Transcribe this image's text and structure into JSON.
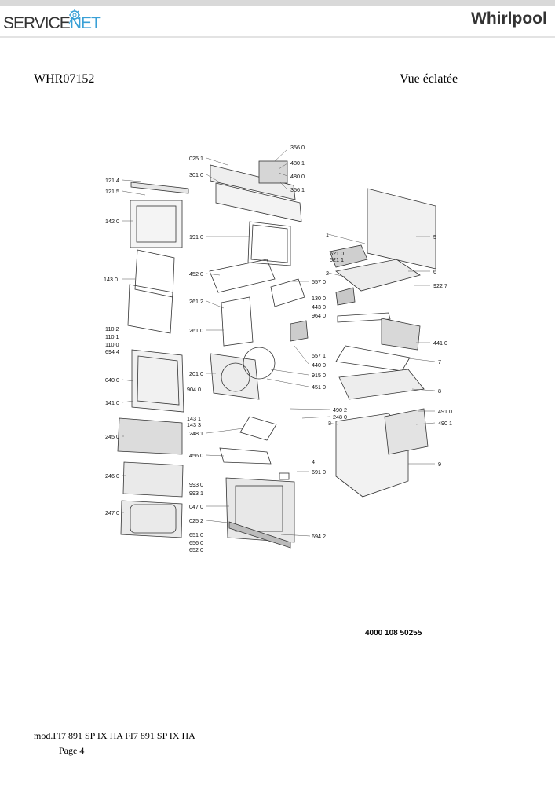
{
  "header": {
    "service_a": "SERVICE",
    "service_b": "NET",
    "brand": "Whirlpool"
  },
  "document": {
    "id": "WHR07152",
    "view_title": "Vue éclatée",
    "part_number": "4000 108 50255",
    "model": "mod.FI7 891 SP IX HA FI7 891 SP IX HA",
    "page": "Page 4"
  },
  "diagram": {
    "labels": [
      "025 1",
      "301 0",
      "356 0",
      "480 1",
      "480 0",
      "356 1",
      "121 4",
      "121 5",
      "142 0",
      "191 0",
      "143 0",
      "452 0",
      "557 0",
      "261 2",
      "261 0",
      "110 2",
      "110 1",
      "110 0",
      "694 4",
      "201 0",
      "040 0",
      "904 0",
      "141 0",
      "143 1",
      "143 3",
      "248 1",
      "245 0",
      "456 0",
      "246 0",
      "993 0",
      "993 1",
      "047 0",
      "247 0",
      "025 2",
      "651 0",
      "656 0",
      "652 0",
      "694 2",
      "1",
      "521 0",
      "521 1",
      "2",
      "5",
      "6",
      "922 7",
      "130 0",
      "443 0",
      "964 0",
      "441 0",
      "557 1",
      "440 0",
      "915 0",
      "451 0",
      "7",
      "8",
      "490 2",
      "248 0",
      "491 0",
      "490 1",
      "3",
      "4",
      "691 0",
      "9"
    ]
  }
}
